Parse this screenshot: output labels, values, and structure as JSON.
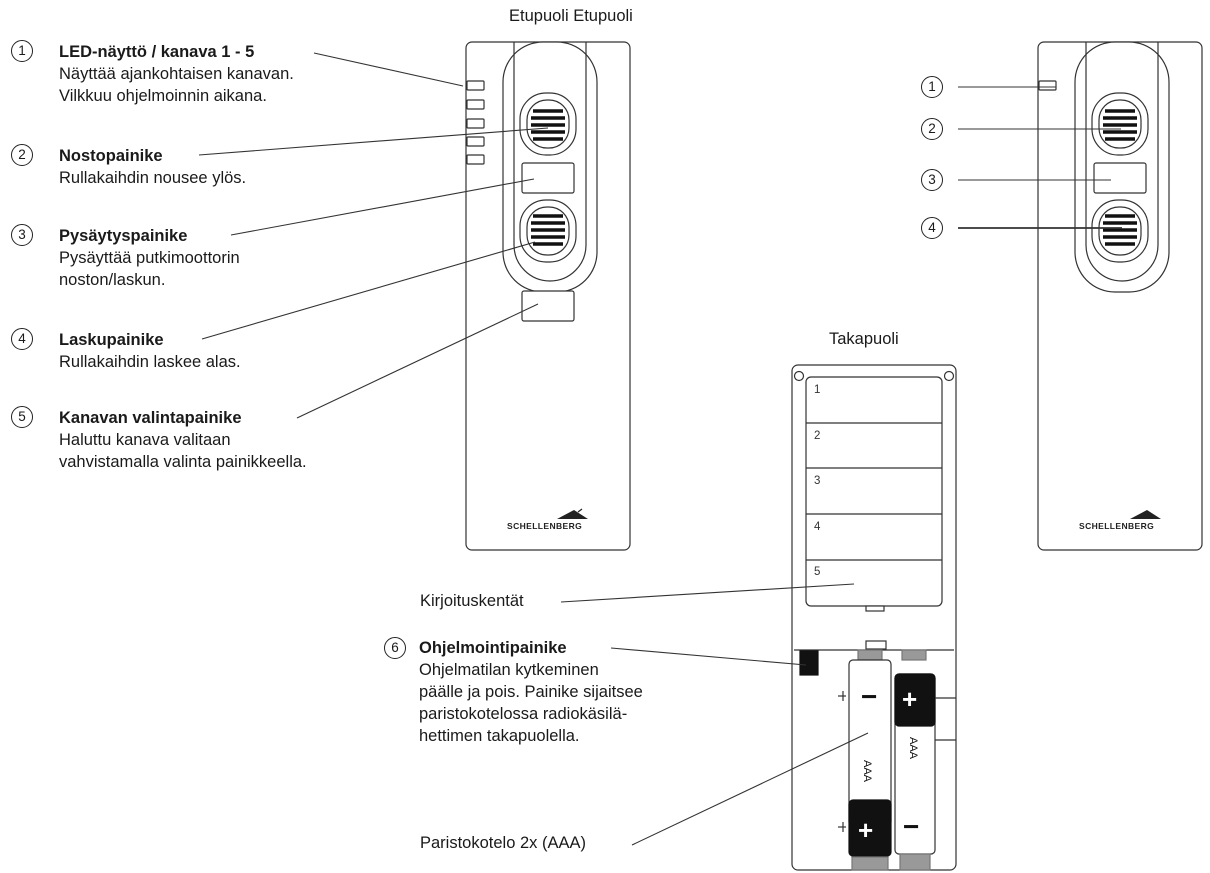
{
  "headings": {
    "front": "Etupuoli Etupuoli",
    "back": "Takapuoli"
  },
  "brand": "SCHELLENBERG",
  "callouts": [
    {
      "number": "1",
      "title": "LED-näyttö / kanava 1 - 5",
      "lines": [
        "Näyttää ajankohtaisen kanavan.",
        "Vilkkuu ohjelmoinnin aikana."
      ]
    },
    {
      "number": "2",
      "title": "Nostopainike",
      "lines": [
        "Rullakaihdin nousee ylös."
      ]
    },
    {
      "number": "3",
      "title": "Pysäytyspainike",
      "lines": [
        "Pysäyttää putkimoottorin",
        "noston/laskun."
      ]
    },
    {
      "number": "4",
      "title": "Laskupainike",
      "lines": [
        "Rullakaihdin laskee alas."
      ]
    },
    {
      "number": "5",
      "title": "Kanavan valintapainike",
      "lines": [
        "Haluttu kanava valitaan",
        "vahvistamalla valinta painikkeella."
      ]
    },
    {
      "number": "6",
      "title": "Ohjelmointipainike",
      "lines": [
        "Ohjelmatilan kytkeminen",
        "päälle ja pois. Painike sijaitsee",
        "paristokotelossa radiokäsilä-",
        "hettimen takapuolella."
      ]
    }
  ],
  "right_markers": [
    "1",
    "2",
    "3",
    "4"
  ],
  "back_labels": {
    "fields": "Kirjoituskentät",
    "battery_case": "Paristokotelo 2x (AAA)"
  },
  "channel_fields": [
    "1",
    "2",
    "3",
    "4",
    "5"
  ],
  "battery": {
    "type": "AAA",
    "plus": "+",
    "minus": "−"
  }
}
